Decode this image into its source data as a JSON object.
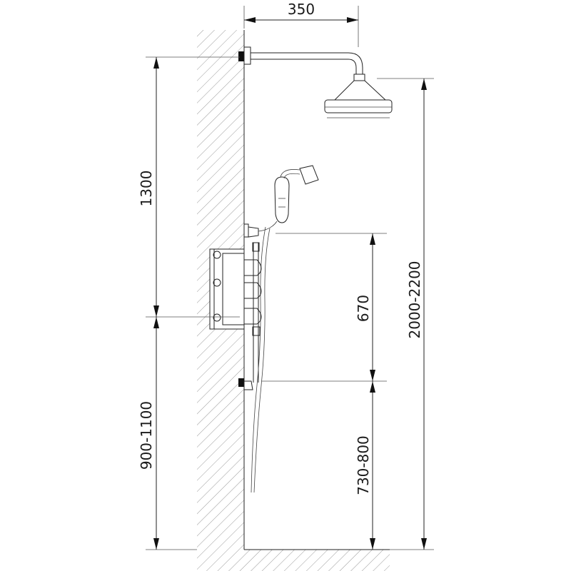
{
  "dimensions": {
    "arm_projection": "350",
    "head_to_valve": "1300",
    "valve_height": "900-1100",
    "head_height": "2000-2200",
    "rail_length": "670",
    "rail_bottom_height": "730-800"
  }
}
